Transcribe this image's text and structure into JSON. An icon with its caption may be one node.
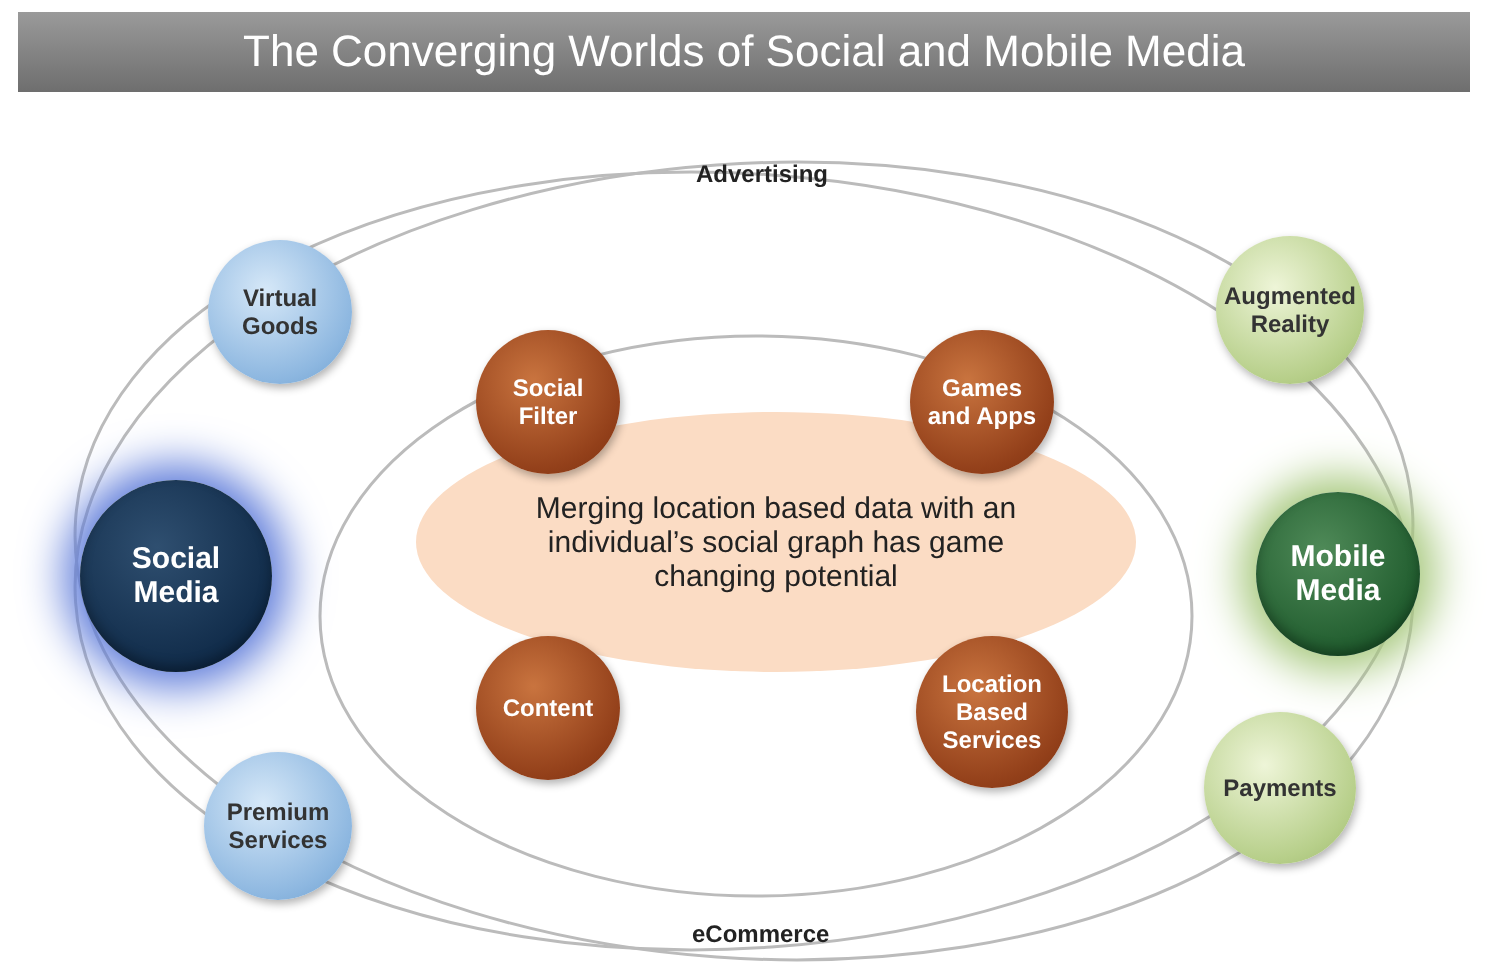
{
  "diagram": {
    "title": "The Converging Worlds of Social and Mobile Media",
    "nodes": [
      {
        "text": [
          "Virtual Goods"
        ]
      },
      {
        "text": [
          "Social Media"
        ]
      },
      {
        "text": [
          "Premium Services"
        ]
      },
      {
        "text": [
          "Augmented Reality"
        ]
      },
      {
        "text": [
          "Mobile Media"
        ]
      },
      {
        "text": [
          "Payments"
        ]
      },
      {
        "text": [
          "Merging location based data with an individual’s social graph has game changing potential"
        ]
      },
      {
        "text": [
          "Social Filter"
        ]
      },
      {
        "text": [
          "Games and Apps"
        ]
      },
      {
        "text": [
          "Content"
        ]
      },
      {
        "text": [
          "Location Based Services"
        ]
      }
    ],
    "edges": [],
    "labels": [
      "Advertising",
      "eCommerce"
    ]
  }
}
